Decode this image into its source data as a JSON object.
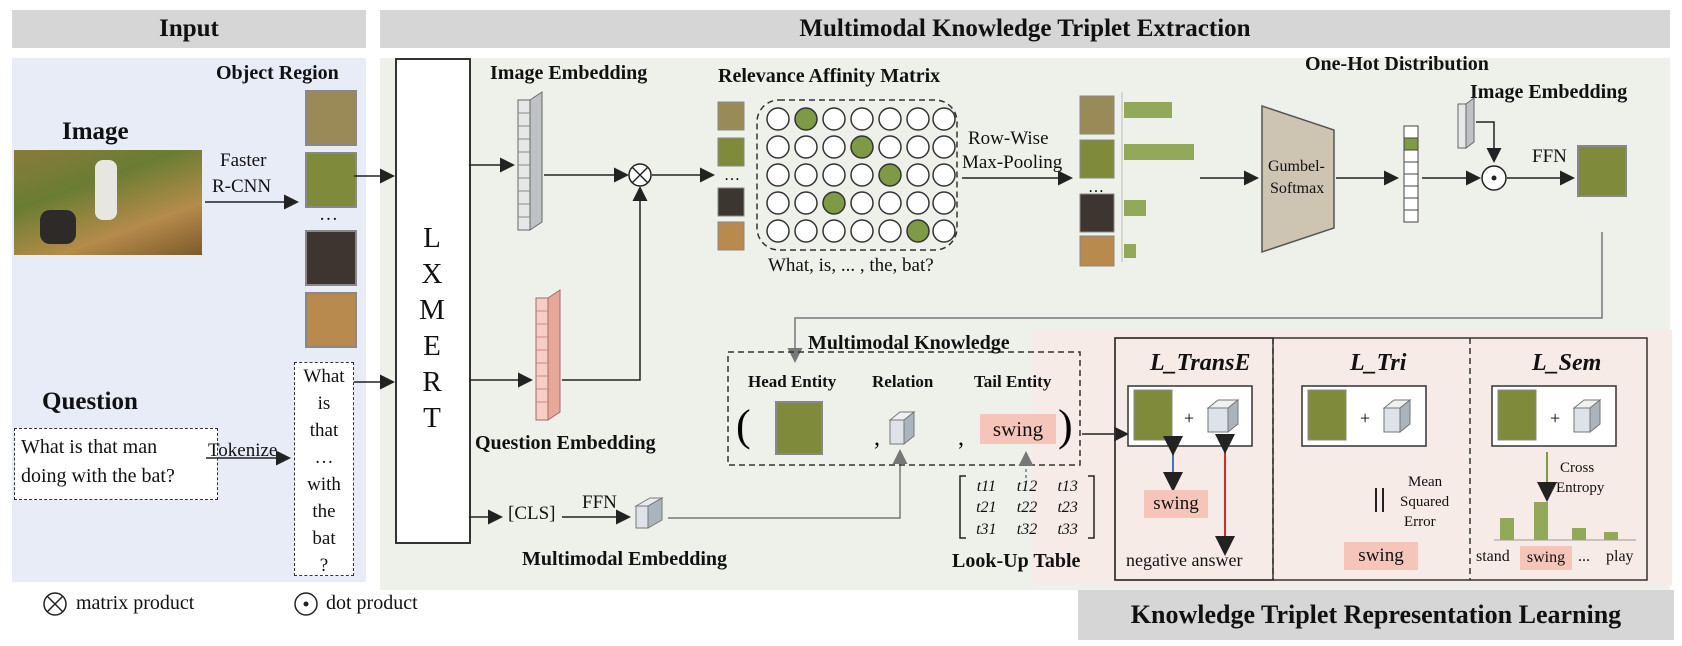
{
  "headers": {
    "input": "Input",
    "main": "Multimodal Knowledge Triplet Extraction",
    "learning": "Knowledge Triplet Representation Learning"
  },
  "input": {
    "image_label": "Image",
    "faster_rcnn": [
      "Faster",
      "R-CNN"
    ],
    "object_region": "Object Region",
    "question_label": "Question",
    "question_text": [
      "What is that man",
      "doing with the bat?"
    ],
    "tokenize": "Tokenize",
    "tokens": [
      "What",
      "is",
      "that",
      "…",
      "with",
      "the",
      "bat",
      "?"
    ]
  },
  "model": {
    "lxmert": [
      "L",
      "X",
      "M",
      "E",
      "R",
      "T"
    ],
    "image_embedding": "Image Embedding",
    "question_embedding": "Question Embedding",
    "cls": "[CLS]",
    "ffn": "FFN",
    "multimodal_embedding": "Multimodal Embedding",
    "relevance_matrix": "Relevance Affinity Matrix",
    "matrix_words": "What, is, ... , the, bat?",
    "row_wise": [
      "Row-Wise",
      "Max-Pooling"
    ],
    "one_hot": "One-Hot Distribution",
    "gumbel": [
      "Gumbel-",
      "Softmax"
    ],
    "image_embedding_right": "Image Embedding",
    "ffn_right": "FFN"
  },
  "knowledge": {
    "title": "Multimodal Knowledge",
    "head_entity": "Head Entity",
    "relation": "Relation",
    "tail_entity": "Tail Entity",
    "tail_value": "swing",
    "lookup_table": "Look-Up Table",
    "lookup_cells": [
      "t11",
      "t12",
      "t13",
      "t21",
      "t22",
      "t23",
      "t31",
      "t32",
      "t33"
    ]
  },
  "losses": {
    "transe": "L_TransE",
    "tri": "L_Tri",
    "sem": "L_Sem",
    "transe_swing": "swing",
    "negative_answer": "negative answer",
    "mse": [
      "Mean",
      "Squared",
      "Error"
    ],
    "tri_swing": "swing",
    "cross_entropy": [
      "Cross",
      "Entropy"
    ],
    "sem_words": [
      "stand",
      "swing",
      "...",
      "play"
    ]
  },
  "legend": {
    "matrix_product": "matrix product",
    "dot_product": "dot product"
  }
}
